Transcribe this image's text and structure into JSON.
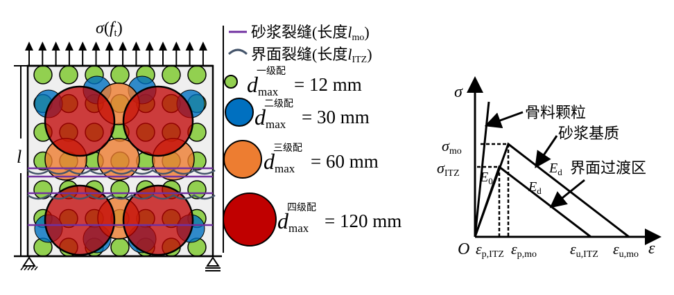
{
  "left": {
    "load_label": "σ",
    "load_sub_open": "(",
    "load_f": "f",
    "load_f_sub": "t",
    "load_close": ")",
    "length_label": "l"
  },
  "legend": {
    "mortar_crack": {
      "text": "砂浆裂缝(长度",
      "var": "l",
      "sub": "mo",
      "close": ")",
      "color": "#7030a0"
    },
    "itz_crack": {
      "text": "界面裂缝(长度",
      "var": "l",
      "sub": "ITZ",
      "close": ")",
      "color": "#44546a"
    },
    "gradations": [
      {
        "sup": "一级配",
        "value": "= 12 mm",
        "color": "#92d050"
      },
      {
        "sup": "二级配",
        "value": "= 30 mm",
        "color": "#0070c0"
      },
      {
        "sup": "三级配",
        "value": "= 60 mm",
        "color": "#ed7d31"
      },
      {
        "sup": "四级配",
        "value": "= 120 mm",
        "color": "#c00000"
      }
    ],
    "d": "d",
    "max": "max"
  },
  "chart": {
    "y_axis": "σ",
    "x_axis": "ε",
    "origin": "O",
    "sigma_mo": "σ",
    "sigma_mo_sub": "mo",
    "sigma_itz": "σ",
    "sigma_itz_sub": "ITZ",
    "eps": "ε",
    "eps_p_itz_sub": "p,ITZ",
    "eps_p_mo_sub": "p,mo",
    "eps_u_itz_sub": "u,ITZ",
    "eps_u_mo_sub": "u,mo",
    "E0": "E",
    "E0_sub": "0",
    "Ed": "E",
    "Ed_sub": "d",
    "aggregate_label": "骨料颗粒",
    "mortar_label": "砂浆基质",
    "itz_label": "界面过渡区"
  }
}
